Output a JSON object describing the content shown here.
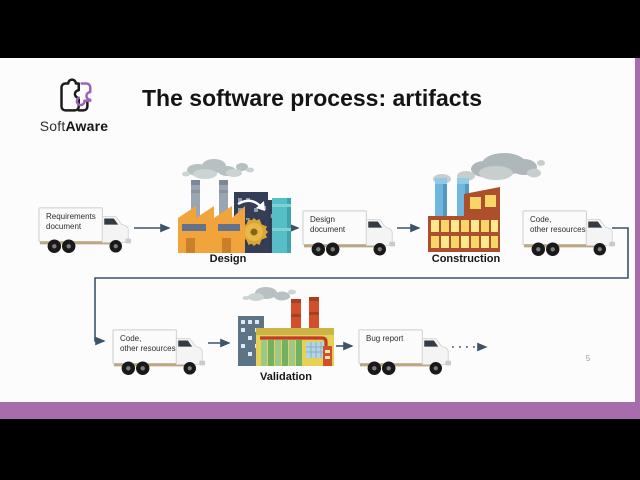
{
  "slide": {
    "title": "The software process: artifacts",
    "page_number": "5"
  },
  "logo": {
    "brand_regular": "Soft",
    "brand_bold": "Aware",
    "icon": "puzzle-icon"
  },
  "trucks": {
    "requirements": {
      "line1": "Requirements",
      "line2": "document"
    },
    "design_doc": {
      "line1": "Design",
      "line2": "document"
    },
    "code1": {
      "line1": "Code,",
      "line2": "other resources"
    },
    "code2": {
      "line1": "Code,",
      "line2": "other resources"
    },
    "bug": {
      "line1": "Bug report",
      "line2": ""
    }
  },
  "factories": {
    "design": {
      "label": "Design"
    },
    "construction": {
      "label": "Construction"
    },
    "validation": {
      "label": "Validation"
    }
  },
  "colors": {
    "accent_purple": "#a76cab",
    "arrow": "#3d5368",
    "slide_background": "#fcfcfd",
    "letterbox": "#000000"
  },
  "icons": {
    "truck": "box-truck-icon",
    "design_factory": "orange-factory-icon",
    "construction_factory": "brick-factory-icon",
    "validation_factory": "yellow-green-factory-icon"
  }
}
